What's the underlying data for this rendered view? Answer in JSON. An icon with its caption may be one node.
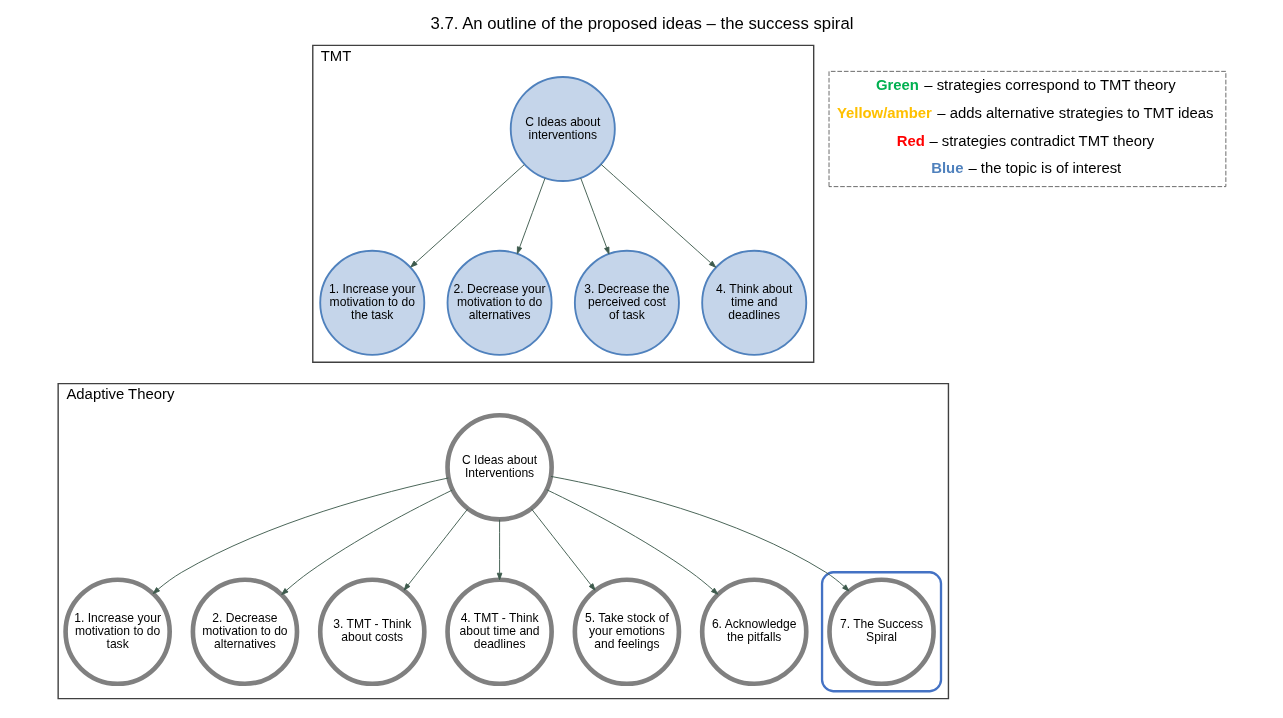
{
  "diagram": {
    "title": "3.7. An outline of the proposed ideas – the success spiral",
    "nodes": [
      {
        "text": [
          "TMT"
        ]
      },
      {
        "text": [
          "C Ideas about interventions"
        ],
        "in": 0
      },
      {
        "text": [
          "1. Increase your motivation to do the task"
        ],
        "in": 0
      },
      {
        "text": [
          "2. Decrease your motivation to do alternatives"
        ],
        "in": 0
      },
      {
        "text": [
          "3. Decrease the perceived cost of task"
        ],
        "in": 0
      },
      {
        "text": [
          "4. Think about time and deadlines"
        ],
        "in": 0
      },
      {
        "text": [
          "Adaptive Theory"
        ]
      },
      {
        "text": [
          "C Ideas about Interventions"
        ],
        "in": 6
      },
      {
        "text": [
          "1. Increase your motivation to do task"
        ],
        "in": 6
      },
      {
        "text": [
          "2. Decrease motivation to do alternatives"
        ],
        "in": 6
      },
      {
        "text": [
          "3. TMT - Think about costs"
        ],
        "in": 6
      },
      {
        "text": [
          "4. TMT - Think about time and deadlines"
        ],
        "in": 6
      },
      {
        "text": [
          "5. Take stock of your emotions and feelings"
        ],
        "in": 6
      },
      {
        "text": [
          "6. Acknowledge the pitfalls"
        ],
        "in": 6
      },
      {
        "text": [],
        "shape": "box",
        "in": 6
      },
      {
        "text": [
          "7. The Success Spiral"
        ],
        "in": 14
      }
    ],
    "edges": [
      {
        "from": 1,
        "to": 2,
        "arrow": "to"
      },
      {
        "from": 1,
        "to": 3,
        "arrow": "to"
      },
      {
        "from": 1,
        "to": 4,
        "arrow": "to"
      },
      {
        "from": 1,
        "to": 5,
        "arrow": "to"
      },
      {
        "from": 7,
        "to": 8,
        "arrow": "to"
      },
      {
        "from": 7,
        "to": 9,
        "arrow": "to"
      },
      {
        "from": 7,
        "to": 10,
        "arrow": "to"
      },
      {
        "from": 7,
        "to": 11,
        "arrow": "to"
      },
      {
        "from": 7,
        "to": 12,
        "arrow": "to"
      },
      {
        "from": 7,
        "to": 13,
        "arrow": "to"
      },
      {
        "from": 7,
        "to": 15,
        "arrow": "to"
      }
    ],
    "legend": [
      {
        "text": "Green – strategies correspond to TMT theory",
        "color": "#00b050"
      },
      {
        "text": "Yellow/amber – adds alternative strategies to TMT ideas",
        "color": "#ffc000"
      },
      {
        "text": "Red – strategies contradict TMT theory",
        "color": "#ff0000"
      },
      {
        "text": "Blue – the topic is of interest",
        "color": "#4f81bd"
      }
    ]
  }
}
